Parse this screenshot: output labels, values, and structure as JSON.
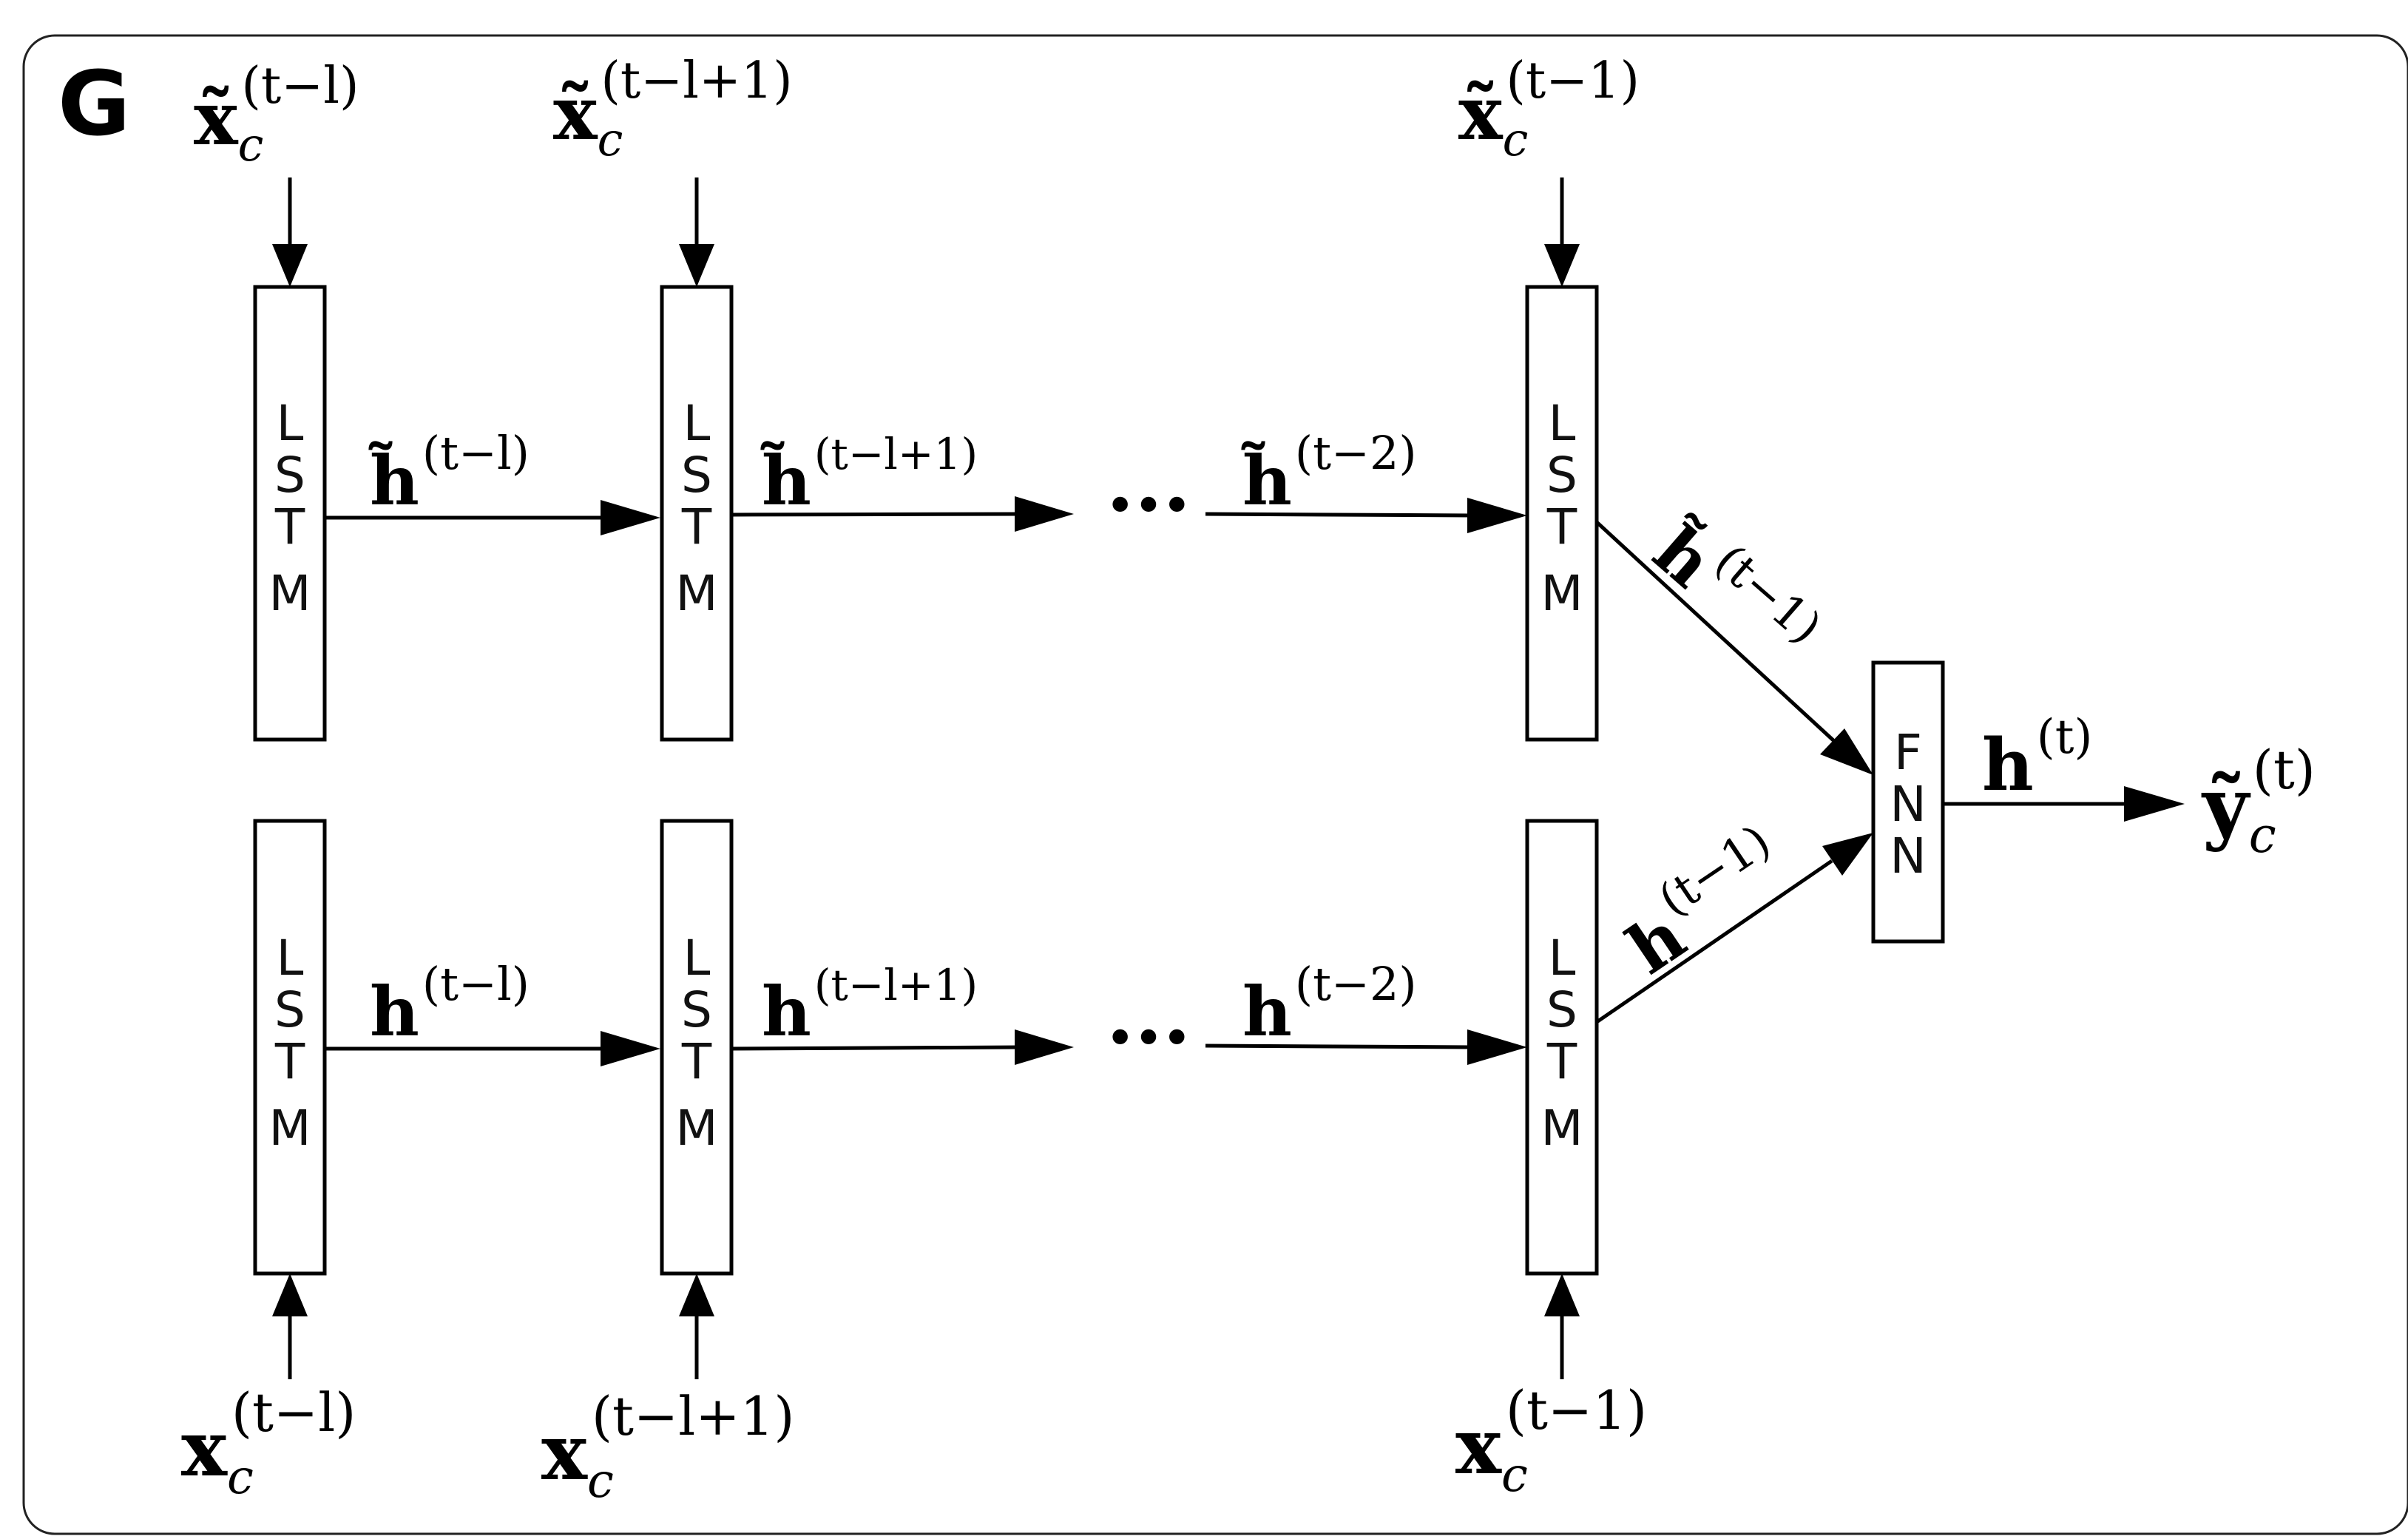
{
  "panel_label": "G",
  "cell_label_lstm": [
    "L",
    "S",
    "T",
    "M"
  ],
  "cell_label_fnn": [
    "F",
    "N",
    "N"
  ],
  "ellipsis": "···",
  "top_inputs": [
    {
      "base": "x̃",
      "sub": "c",
      "sup": "(t−l)"
    },
    {
      "base": "x̃",
      "sub": "c",
      "sup": "(t−l+1)"
    },
    {
      "base": "x̃",
      "sub": "c",
      "sup": "(t−1)"
    }
  ],
  "bottom_inputs": [
    {
      "base": "x",
      "sub": "c",
      "sup": "(t−l)"
    },
    {
      "base": "x",
      "sub": "c",
      "sup": "(t−l+1)"
    },
    {
      "base": "x",
      "sub": "c",
      "sup": "(t−1)"
    }
  ],
  "top_hidden": [
    {
      "base": "h̃",
      "sup": "(t−l)"
    },
    {
      "base": "h̃",
      "sup": "(t−l+1)"
    },
    {
      "base": "h̃",
      "sup": "(t−2)"
    },
    {
      "base": "h̃",
      "sup": "(t−1)"
    }
  ],
  "bottom_hidden": [
    {
      "base": "h",
      "sup": "(t−l)"
    },
    {
      "base": "h",
      "sup": "(t−l+1)"
    },
    {
      "base": "h",
      "sup": "(t−2)"
    },
    {
      "base": "h",
      "sup": "(t−1)"
    }
  ],
  "fnn_output": {
    "base": "h",
    "sup": "(t)"
  },
  "final_output": {
    "base": "ỹ",
    "sub": "c",
    "sup": "(t)"
  }
}
